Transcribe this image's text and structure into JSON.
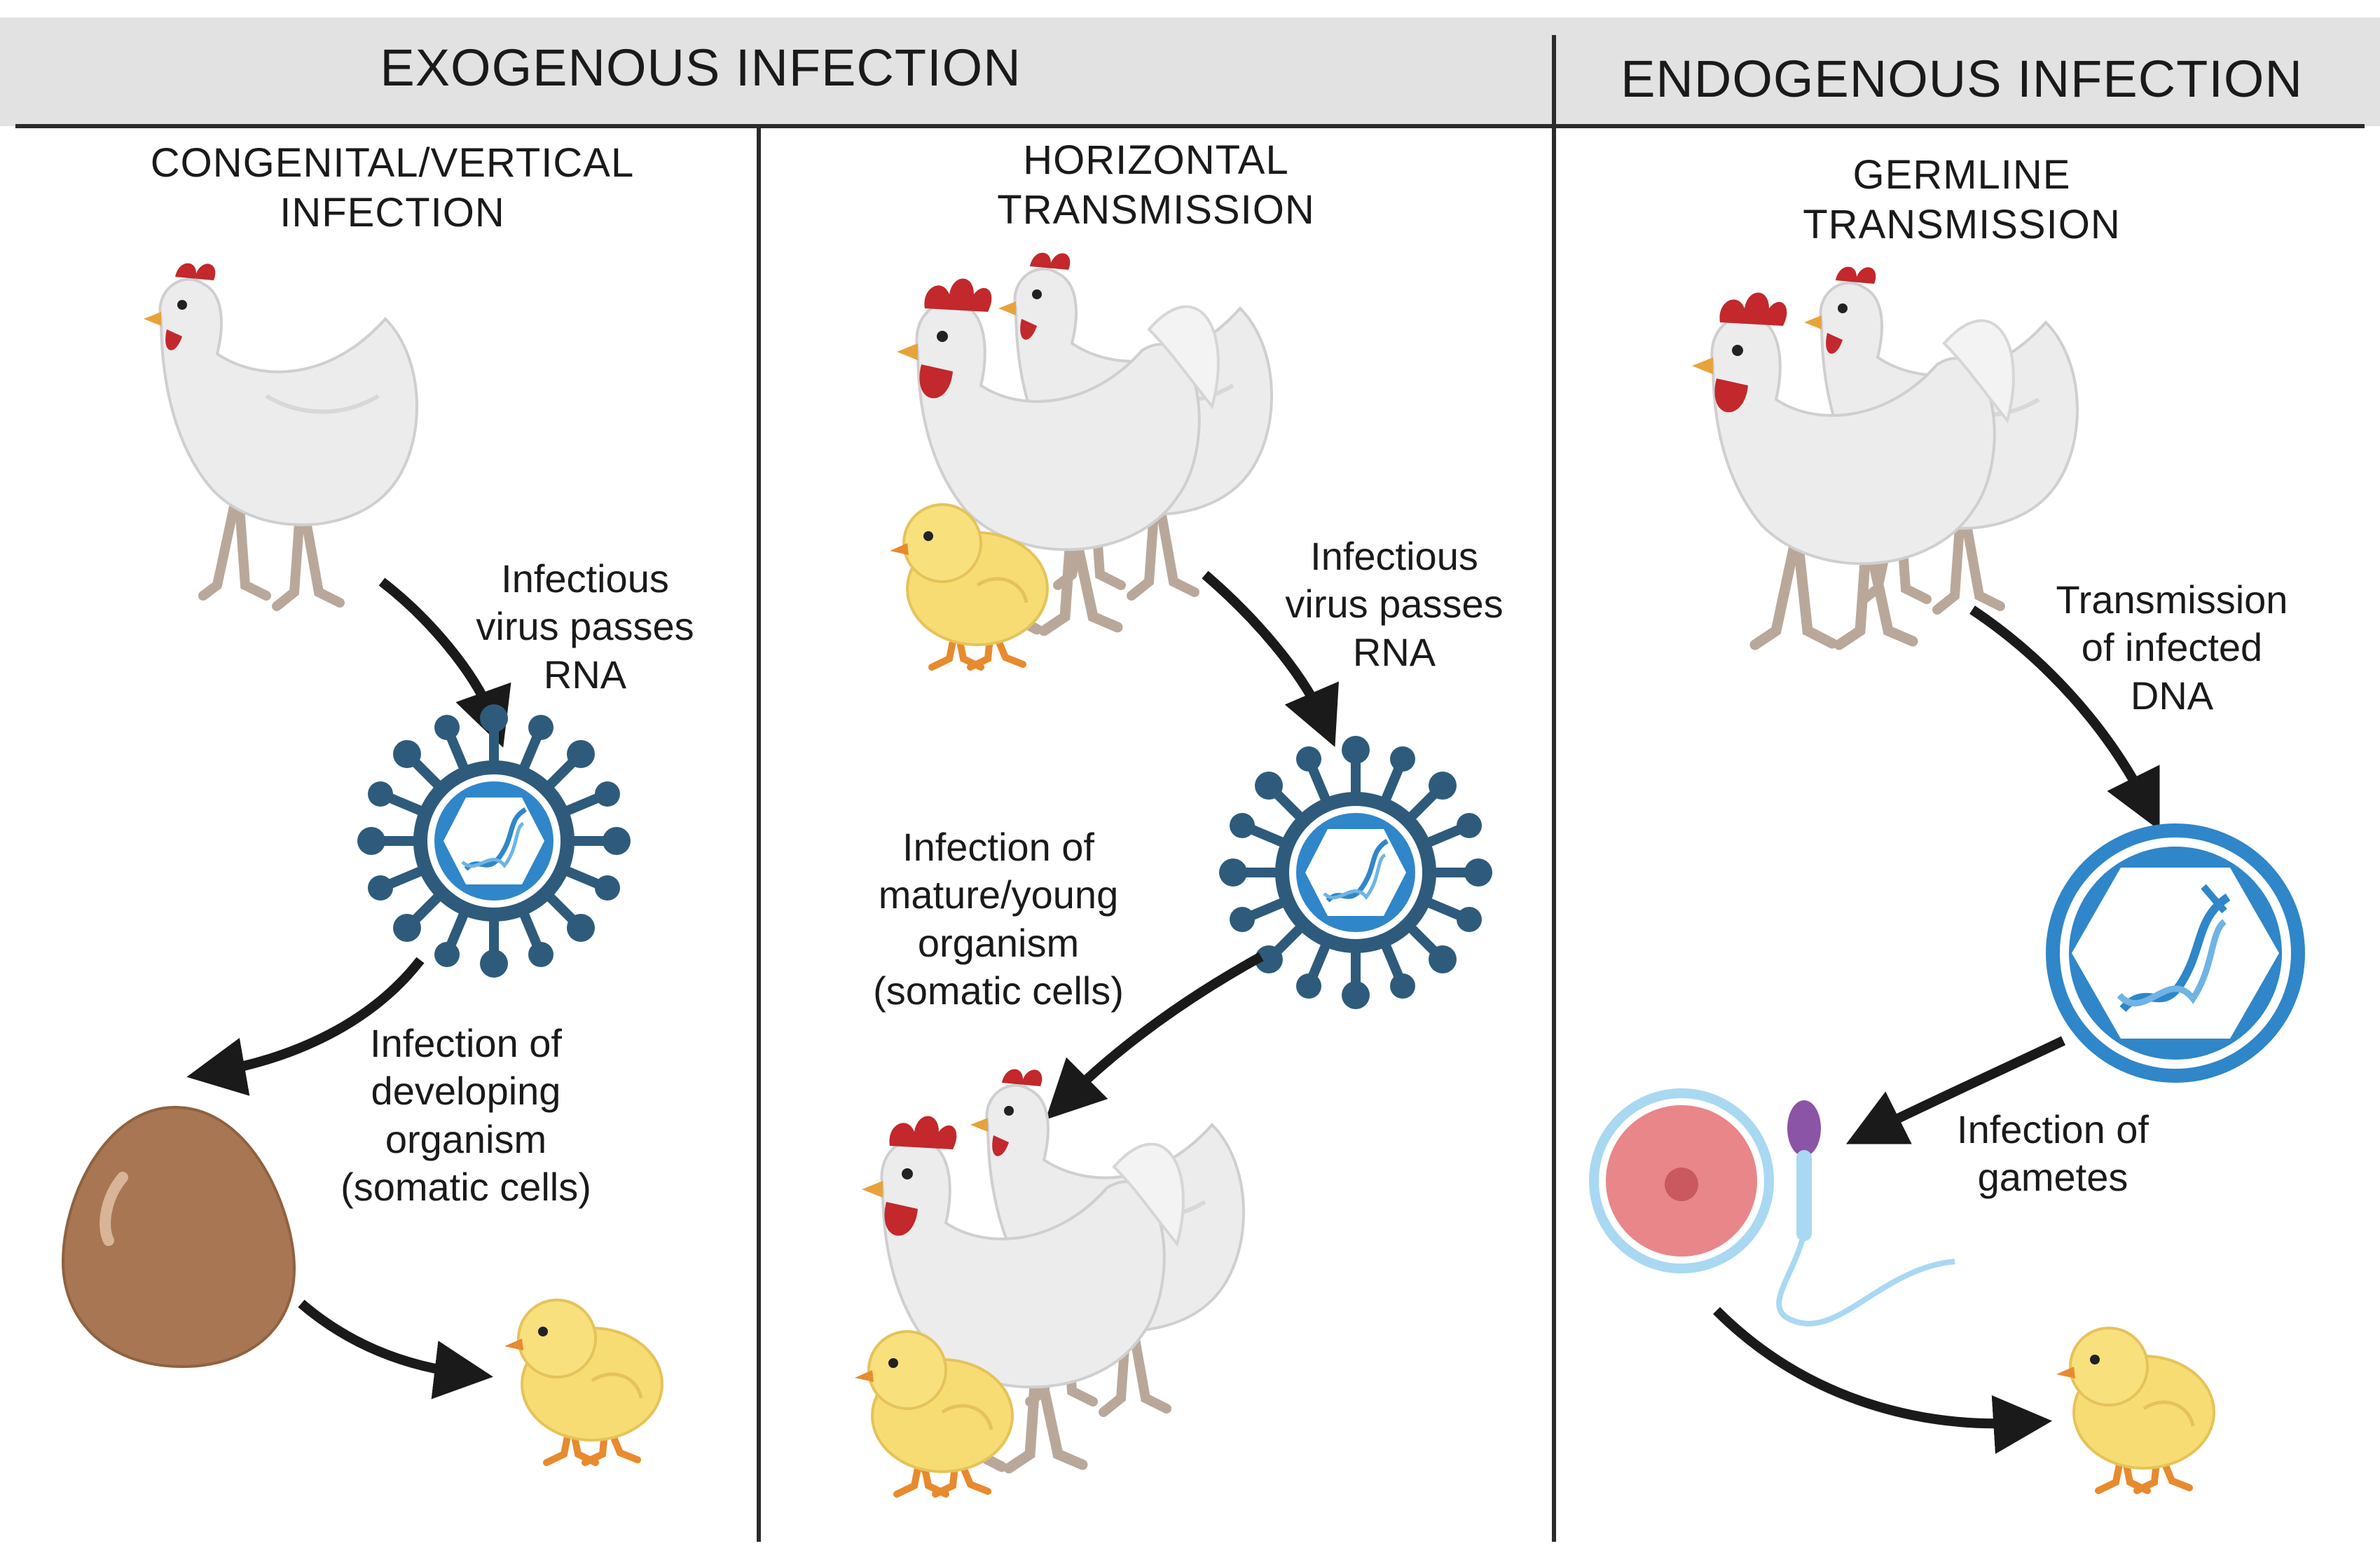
{
  "headers": {
    "exogenous": "EXOGENOUS INFECTION",
    "endogenous": "ENDOGENOUS INFECTION"
  },
  "panels": {
    "congenital": {
      "title_line1": "CONGENITAL/VERTICAL",
      "title_line2": "INFECTION",
      "step1": [
        "Infectious",
        "virus passes",
        "RNA"
      ],
      "step2": [
        "Infection of",
        "developing",
        "organism",
        "(somatic cells)"
      ]
    },
    "horizontal": {
      "title_line1": "HORIZONTAL",
      "title_line2": "TRANSMISSION",
      "step1": [
        "Infectious",
        "virus passes",
        "RNA"
      ],
      "step2": [
        "Infection of",
        "mature/young",
        "organism",
        "(somatic cells)"
      ]
    },
    "germline": {
      "title_line1": "GERMLINE",
      "title_line2": "TRANSMISSION",
      "step1": [
        "Transmission",
        "of infected",
        "DNA"
      ],
      "step2": [
        "Infection of",
        "gametes"
      ]
    }
  },
  "colors": {
    "header_band": "#e2e2e2",
    "divider": "#2b2b2b",
    "virus": "#2e5b7b",
    "virus_core": "#2f86c9",
    "hen": "#ececec",
    "comb": "#c2282c",
    "chick": "#f7dc73",
    "egg": "#a87652",
    "ovum": "#e8868a",
    "sperm_head": "#8b54a6"
  },
  "icons": [
    "hen-icon",
    "rooster-icon",
    "chick-icon",
    "virus-icon",
    "dna-icon",
    "egg-icon",
    "ovum-icon",
    "sperm-icon",
    "arrow-icon"
  ]
}
